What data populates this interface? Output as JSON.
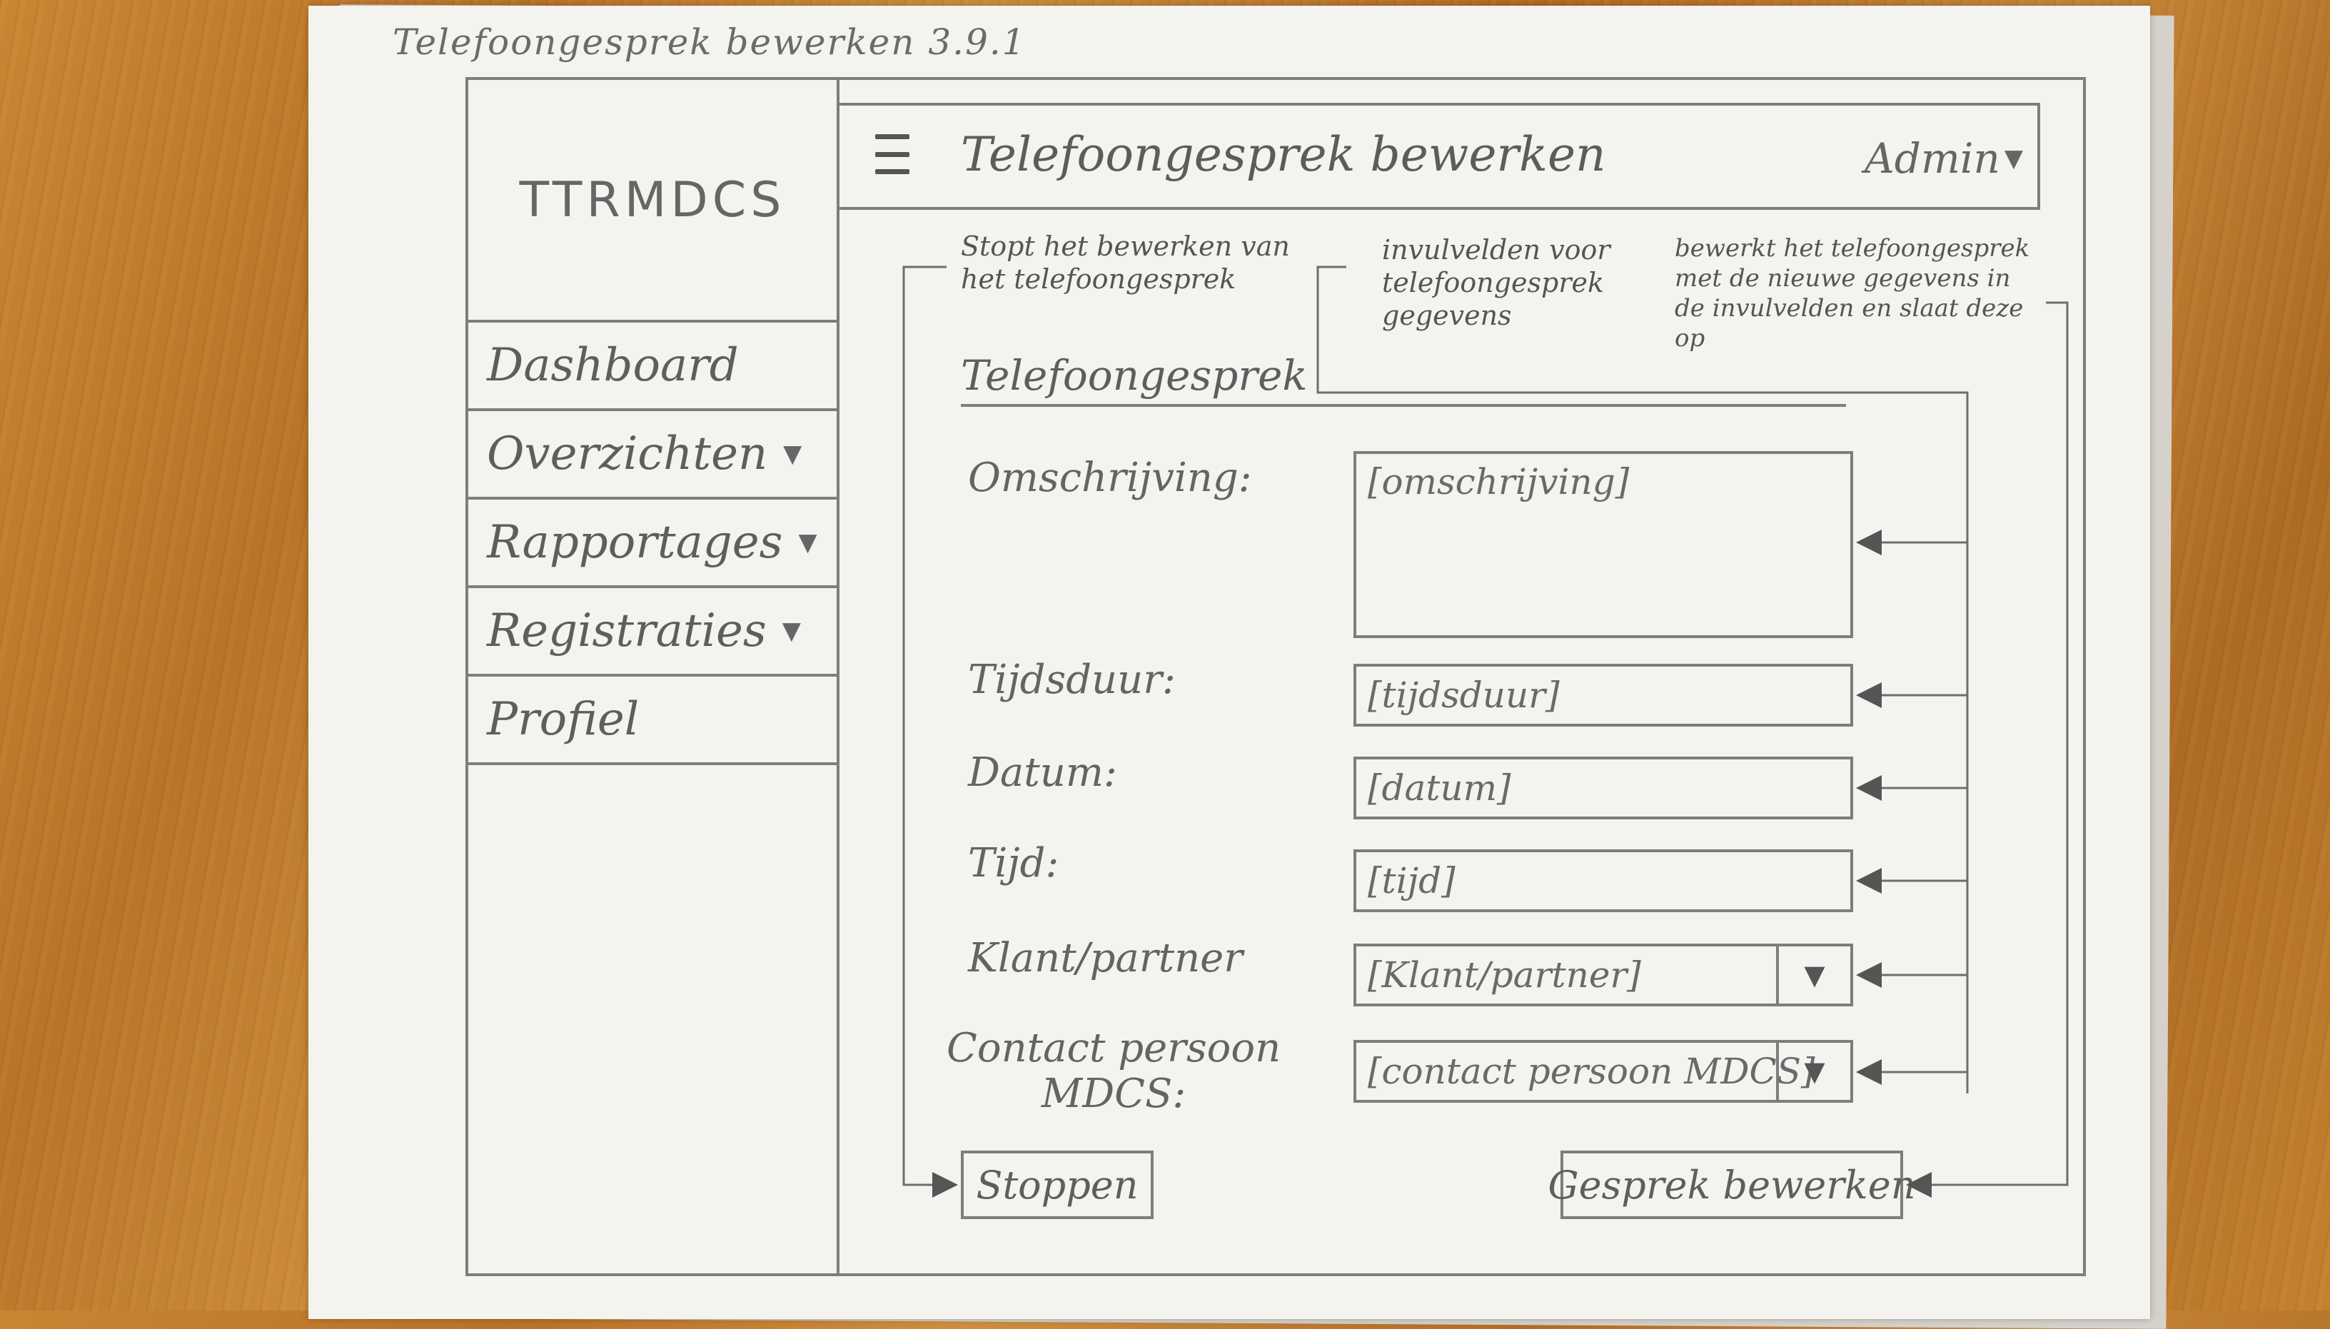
{
  "sketch_label": "Telefoongesprek bewerken 3.9.1",
  "sidebar": {
    "logo": "TTRMDCS",
    "items": [
      {
        "label": "Dashboard",
        "caret": ""
      },
      {
        "label": "Overzichten",
        "caret": "▼"
      },
      {
        "label": "Rapportages",
        "caret": "▼"
      },
      {
        "label": "Registraties",
        "caret": "▼"
      },
      {
        "label": "Profiel",
        "caret": ""
      }
    ]
  },
  "header": {
    "menu_icon": "hamburger-icon",
    "title": "Telefoongesprek bewerken",
    "user": "Admin",
    "user_caret": "▼"
  },
  "notes": {
    "stop": "Stopt het bewerken van het telefoongesprek",
    "fields": "invulvelden voor telefoongesprek gegevens",
    "save": "bewerkt het telefoongesprek met de nieuwe gegevens in de invulvelden en slaat deze op"
  },
  "form": {
    "section_title": "Telefoongesprek",
    "fields": [
      {
        "label": "Omschrijving:",
        "value": "[omschrijving]"
      },
      {
        "label": "Tijdsduur:",
        "value": "[tijdsduur]"
      },
      {
        "label": "Datum:",
        "value": "[datum]"
      },
      {
        "label": "Tijd:",
        "value": "[tijd]"
      },
      {
        "label": "Klant/partner",
        "value": "[Klant/partner]",
        "caret": "▼"
      },
      {
        "label_line1": "Contact persoon",
        "label_line2": "MDCS:",
        "value": "[contact persoon MDCS]",
        "caret": "▼"
      }
    ]
  },
  "buttons": {
    "stop": "Stoppen",
    "save": "Gesprek bewerken"
  }
}
